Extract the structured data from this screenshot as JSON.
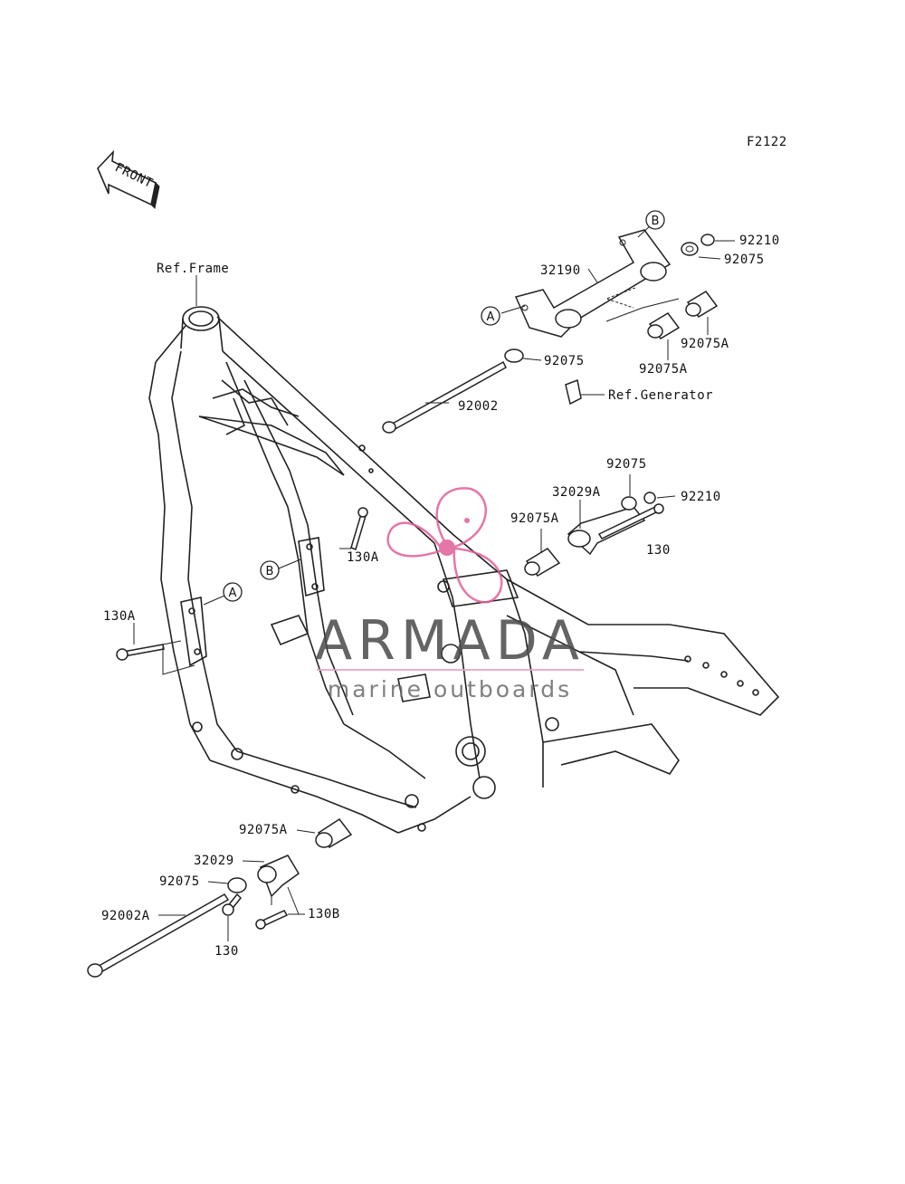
{
  "figure_code": "F2122",
  "front_arrow": {
    "text": "FRONT",
    "icon": "front-arrow-icon"
  },
  "ref_labels": {
    "frame": "Ref.Frame",
    "generator": "Ref.Generator"
  },
  "callouts": {
    "a": "A",
    "b": "B"
  },
  "part_labels": {
    "p32190": "32190",
    "p92210_top": "92210",
    "p92075_top": "92075",
    "p92075a_r1": "92075A",
    "p92075a_r2": "92075A",
    "p92075_mid": "92075",
    "p92002": "92002",
    "p92075_right": "92075",
    "p32029a": "32029A",
    "p92210_right": "92210",
    "p92075a_right": "92075A",
    "p130_right": "130",
    "p130a_center": "130A",
    "p130a_left": "130A",
    "p92075a_bottom": "92075A",
    "p32029": "32029",
    "p92075_bottom": "92075",
    "p92002a": "92002A",
    "p130b": "130B",
    "p130_bottom": "130"
  },
  "watermark": {
    "brand": "ARMADA",
    "tagline": "marine outboards",
    "logo": "propeller-logo-icon",
    "colors": {
      "brand": "#4a4a4a",
      "accent": "#e0609a",
      "rule": "#e7a2c2"
    }
  }
}
